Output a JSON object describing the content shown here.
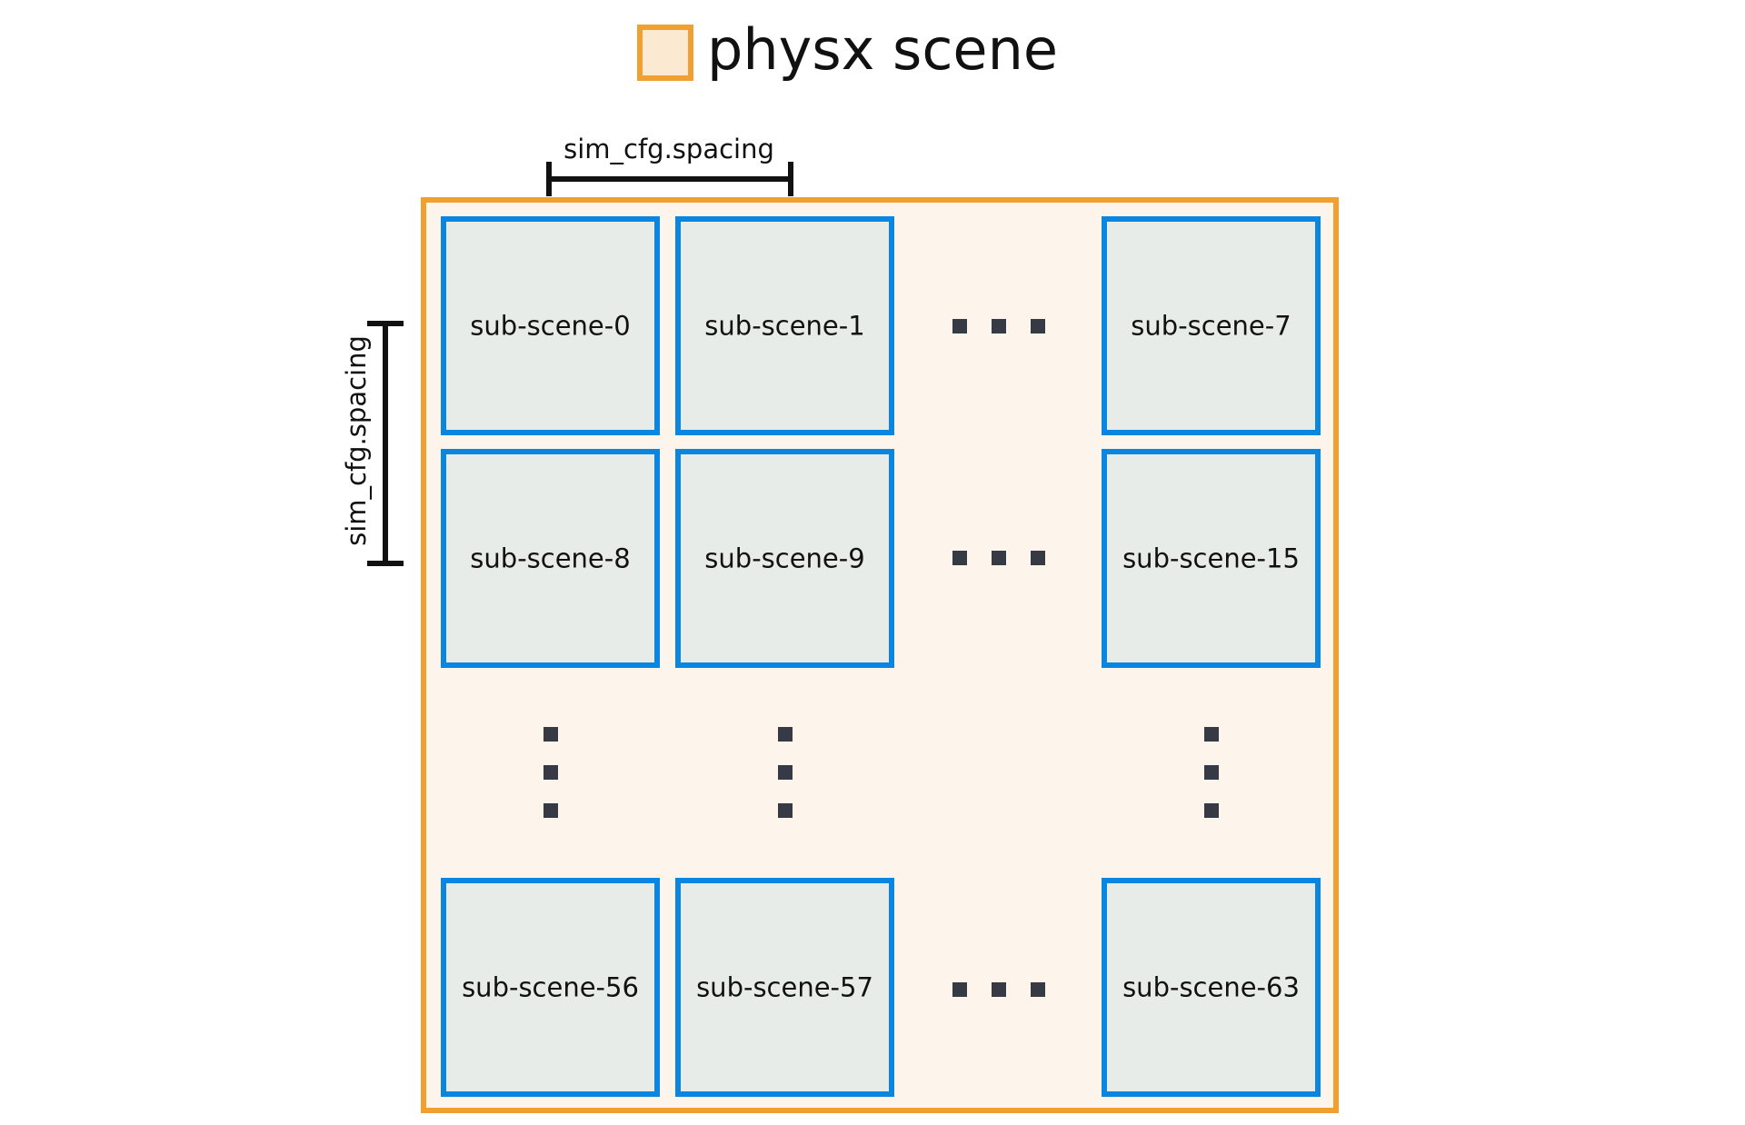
{
  "legend": {
    "label": "physx scene",
    "icon": "orange-square-icon"
  },
  "dimensions": {
    "horizontal_label": "sim_cfg.spacing",
    "vertical_label": "sim_cfg.spacing"
  },
  "grid": {
    "rows": [
      [
        "sub-scene-0",
        "sub-scene-1",
        "sub-scene-7"
      ],
      [
        "sub-scene-8",
        "sub-scene-9",
        "sub-scene-15"
      ],
      [
        "sub-scene-56",
        "sub-scene-57",
        "sub-scene-63"
      ]
    ]
  },
  "colors": {
    "scene_border": "#F0A030",
    "scene_fill": "#FDF5EB",
    "cell_border": "#0A86E0",
    "cell_fill": "#E8ECE8",
    "ellipsis_dot": "#363A45",
    "dimension_line": "#111111"
  }
}
